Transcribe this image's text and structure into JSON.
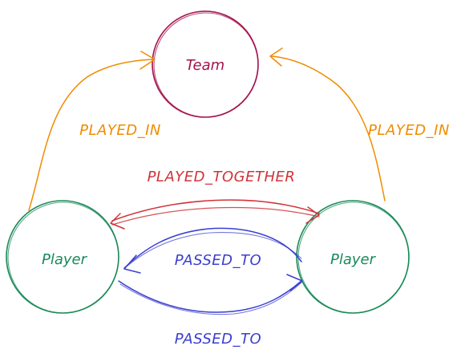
{
  "colors": {
    "team": "#a3124d",
    "player": "#1b8a5a",
    "played_in": "#f08c00",
    "played_together": "#d0343a",
    "passed_to": "#3b3fcf"
  },
  "nodes": {
    "team": {
      "label": "Team"
    },
    "player_left": {
      "label": "Player"
    },
    "player_right": {
      "label": "Player"
    }
  },
  "edges": {
    "played_in_left": {
      "label": "PLAYED_IN"
    },
    "played_in_right": {
      "label": "PLAYED_IN"
    },
    "played_together": {
      "label": "PLAYED_TOGETHER"
    },
    "passed_to_top": {
      "label": "PASSED_TO"
    },
    "passed_to_bottom": {
      "label": "PASSED_TO"
    }
  }
}
